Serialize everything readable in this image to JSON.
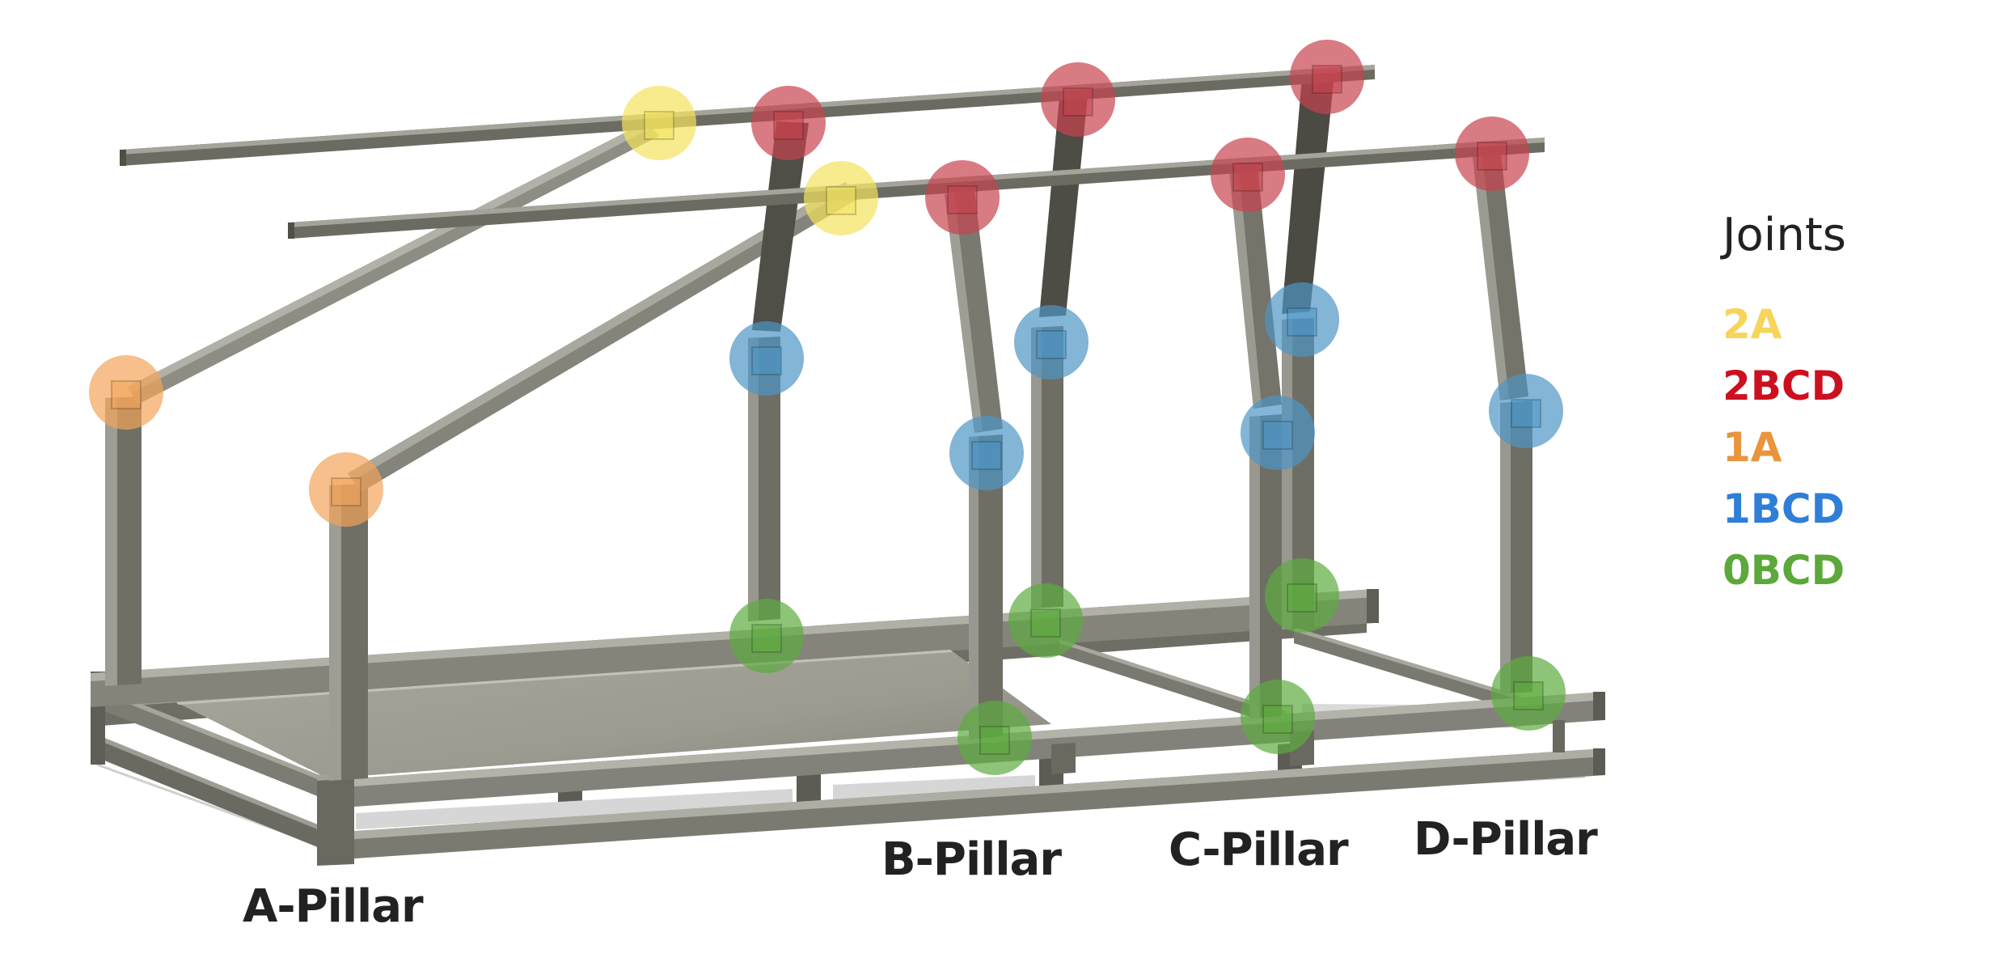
{
  "pillar_labels": {
    "a": "A-Pillar",
    "b": "B-Pillar",
    "c": "C-Pillar",
    "d": "D-Pillar"
  },
  "legend": {
    "title": "Joints",
    "items": [
      {
        "label": "2A",
        "color": "#f7d45a"
      },
      {
        "label": "2BCD",
        "color": "#cc1020"
      },
      {
        "label": "1A",
        "color": "#e8953c"
      },
      {
        "label": "1BCD",
        "color": "#2f7ed8"
      },
      {
        "label": "0BCD",
        "color": "#5ca83a"
      }
    ]
  },
  "colors": {
    "frame": "#7a796f",
    "frame_dark": "#55534b",
    "frame_light": "#a3a298",
    "floor_panel": "#9e9d92",
    "joint_2A": "#f3e35c",
    "joint_2BCD": "#c8434e",
    "joint_1A": "#f2a45a",
    "joint_1BCD": "#4d95c4",
    "joint_0BCD": "#5cab3e"
  }
}
